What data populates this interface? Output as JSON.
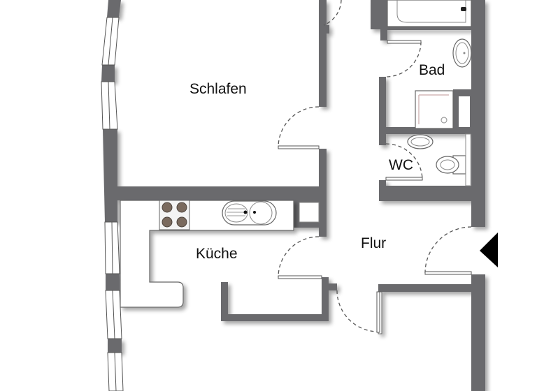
{
  "floor_plan": {
    "rooms": [
      {
        "id": "schlafen",
        "label": "Schlafen"
      },
      {
        "id": "bad",
        "label": "Bad"
      },
      {
        "id": "wc",
        "label": "WC"
      },
      {
        "id": "kueche",
        "label": "Küche"
      },
      {
        "id": "flur",
        "label": "Flur"
      }
    ],
    "fixtures": [
      "bathtub-icon",
      "washbasin-icon",
      "shower-tray-icon",
      "toilet-icon",
      "small-washbasin-icon",
      "stove-icon",
      "kitchen-sink-icon"
    ],
    "entrance_marker": "entrance-arrow-icon",
    "colors": {
      "wall": "#6b6b6d",
      "background": "#ffffff",
      "text": "#111111",
      "entrance_arrow": "#000000"
    }
  }
}
